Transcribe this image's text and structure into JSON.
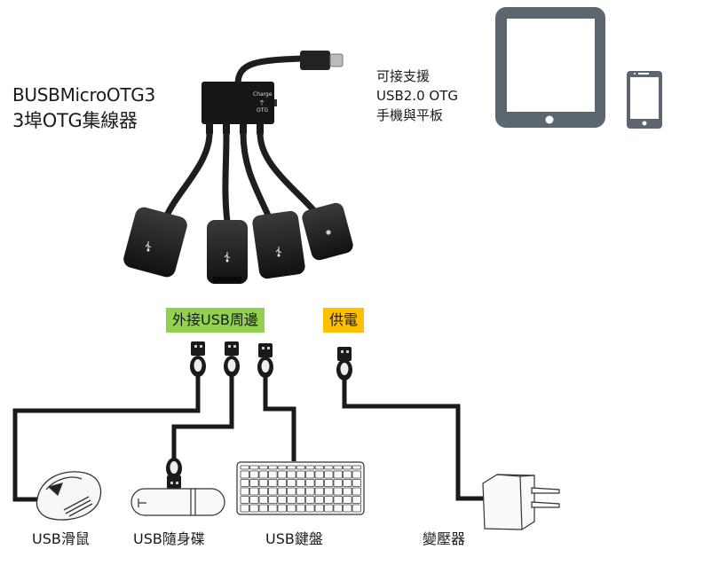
{
  "product": {
    "model": "BUSBMicroOTG3",
    "name": "3埠OTG集線器",
    "hub_markings": [
      "Charge",
      "OTG"
    ]
  },
  "support_note": {
    "lines": [
      "可接支援",
      "USB2.0 OTG",
      "手機與平板"
    ]
  },
  "badges": {
    "peripherals": {
      "label": "外接USB周邊",
      "color": "#92d050"
    },
    "power": {
      "label": "供電",
      "color": "#ffc000"
    }
  },
  "devices": [
    {
      "label": "USB滑鼠",
      "icon": "mouse-icon"
    },
    {
      "label": "USB隨身碟",
      "icon": "usb-flash-drive-icon"
    },
    {
      "label": "USB鍵盤",
      "icon": "keyboard-icon"
    },
    {
      "label": "變壓器",
      "icon": "power-adapter-icon"
    }
  ],
  "icons": {
    "tablet": "tablet-icon",
    "phone": "phone-icon",
    "hub": "otg-hub-icon"
  },
  "colors": {
    "device_gray": "#5c6670",
    "cable": "#1f1f1f"
  }
}
